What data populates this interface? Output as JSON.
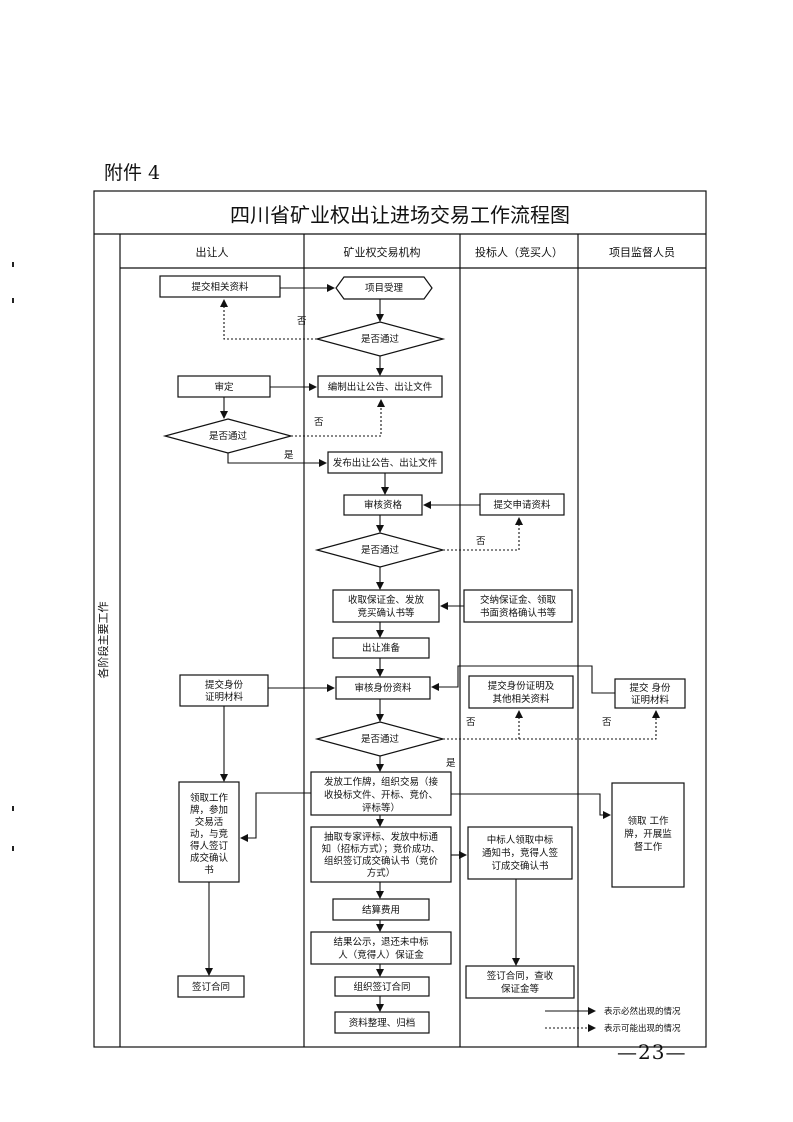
{
  "attachment": "附件 4",
  "title": "四川省矿业权出让进场交易工作流程图",
  "side_label": "各阶段主要工作",
  "columns": [
    "出让人",
    "矿业权交易机构",
    "投标人（竞买人）",
    "项目监督人员"
  ],
  "nodes": {
    "submit_materials": "提交相关资料",
    "project_accept": "项目受理",
    "pass_1": "是否通过",
    "review": "审定",
    "prepare_docs": "编制出让公告、出让文件",
    "pass_2": "是否通过",
    "publish": "发布出让公告、出让文件",
    "qualify": "审核资格",
    "submit_apply": "提交申请资料",
    "pass_3": "是否通过",
    "deposit_l1": "收取保证金、发放",
    "deposit_l2": "竞买确认书等",
    "pay_l1": "交纳保证金、领取",
    "pay_l2": "书面资格确认书等",
    "prepare": "出让准备",
    "seller_id_l1": "提交身份",
    "seller_id_l2": "证明材料",
    "verify_id": "审核身份资料",
    "bidder_id_l1": "提交身份证明及",
    "bidder_id_l2": "其他相关资料",
    "sup_id_l1": "提交 身份",
    "sup_id_l2": "证明材料",
    "pass_4": "是否通过",
    "issue_l1": "发放工作牌，组织交易（接",
    "issue_l2": "收投标文件、开标、竞价、",
    "issue_l3": "评标等）",
    "seller_badge_l1": "领取工作",
    "seller_badge_l2": "牌，参加",
    "seller_badge_l3": "交易活",
    "seller_badge_l4": "动，与竞",
    "seller_badge_l5": "得人签订",
    "seller_badge_l6": "成交确认",
    "seller_badge_l7": "书",
    "sup_badge_l1": "领取 工作",
    "sup_badge_l2": "牌，开展监",
    "sup_badge_l3": "督工作",
    "expert_l1": "抽取专家评标、发放中标通",
    "expert_l2": "知（招标方式）；竞价成功、",
    "expert_l3": "组织签订成交确认书（竞价",
    "expert_l4": "方式）",
    "winner_l1": "中标人领取中标",
    "winner_l2": "通知书，竞得人签",
    "winner_l3": "订成交确认书",
    "settle": "结算费用",
    "announce_l1": "结果公示，退还未中标",
    "announce_l2": "人（竞得人）保证金",
    "sign_org": "组织签订合同",
    "seller_sign": "签订合同",
    "bidder_sign_l1": "签订合同，查收",
    "bidder_sign_l2": "保证金等",
    "archive": "资料整理、归档"
  },
  "branch_labels": {
    "no": "否",
    "yes": "是"
  },
  "legend": {
    "solid": "表示必然出现的情况",
    "dotted": "表示可能出现的情况"
  },
  "page_number": "—23—"
}
